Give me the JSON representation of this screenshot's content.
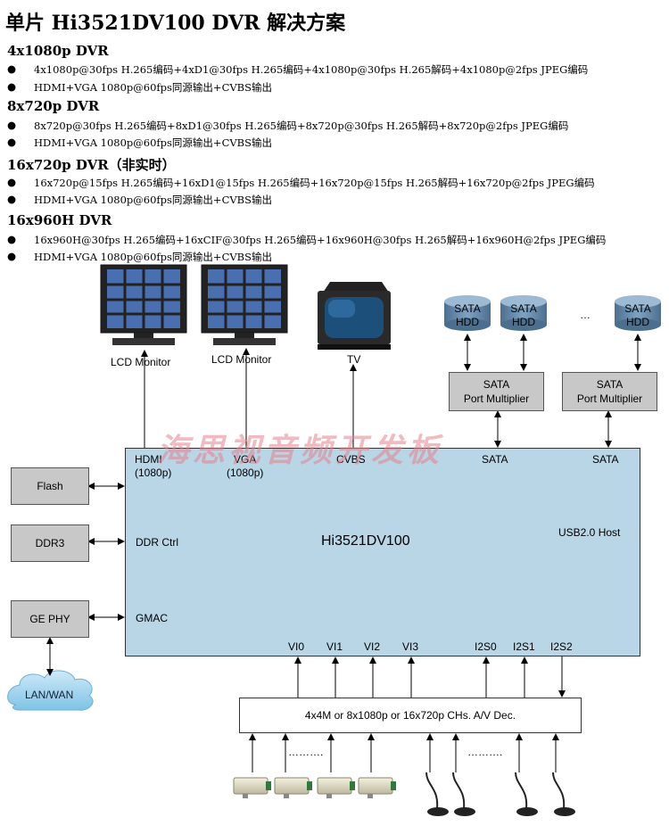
{
  "title": "单片 Hi3521DV100 DVR 解决方案",
  "sections": [
    {
      "heading": "4x1080p DVR",
      "bullets": [
        "4x1080p@30fps H.265编码+4xD1@30fps H.265编码+4x1080p@30fps H.265解码+4x1080p@2fps JPEG编码",
        "HDMI+VGA 1080p@60fps同源输出+CVBS输出"
      ]
    },
    {
      "heading": "8x720p DVR",
      "bullets": [
        "8x720p@30fps H.265编码+8xD1@30fps H.265编码+8x720p@30fps H.265解码+8x720p@2fps JPEG编码",
        "HDMI+VGA 1080p@60fps同源输出+CVBS输出"
      ]
    },
    {
      "heading": "16x720p DVR（非实时）",
      "bullets": [
        "16x720p@15fps H.265编码+16xD1@15fps H.265编码+16x720p@15fps H.265解码+16x720p@2fps JPEG编码",
        "HDMI+VGA 1080p@60fps同源输出+CVBS输出"
      ]
    },
    {
      "heading": "16x960H DVR",
      "bullets": [
        "16x960H@30fps H.265编码+16xCIF@30fps H.265编码+16x960H@30fps H.265解码+16x960H@2fps JPEG编码",
        "HDMI+VGA 1080p@60fps同源输出+CVBS输出"
      ]
    }
  ],
  "bullet_glyph": "●",
  "diagram": {
    "monitor1_label": "LCD Monitor",
    "monitor2_label": "LCD Monitor",
    "tv_label": "TV",
    "hdd_label_line1": "SATA",
    "hdd_label_line2": "HDD",
    "hdd_ellipsis": "…",
    "port_mult1": "SATA\nPort Multiplier",
    "port_mult2": "SATA\nPort Multiplier",
    "flash": "Flash",
    "ddr3": "DDR3",
    "gephy": "GE PHY",
    "lanwan": "LAN/WAN",
    "chip_name": "Hi3521DV100",
    "hdmi": "HDMI\n(1080p)",
    "vga": "VGA\n(1080p)",
    "cvbs": "CVBS",
    "sata1": "SATA",
    "sata2": "SATA",
    "usb": "USB2.0 Host",
    "ddrctrl": "DDR Ctrl",
    "gmac": "GMAC",
    "vi0": "VI0",
    "vi1": "VI1",
    "vi2": "VI2",
    "vi3": "VI3",
    "i2s0": "I2S0",
    "i2s1": "I2S1",
    "i2s2": "I2S2",
    "decoder": "4x4M or 8x1080p or 16x720p CHs. A/V Dec.",
    "dots": "……….",
    "watermark": "海思视音频开发板"
  }
}
